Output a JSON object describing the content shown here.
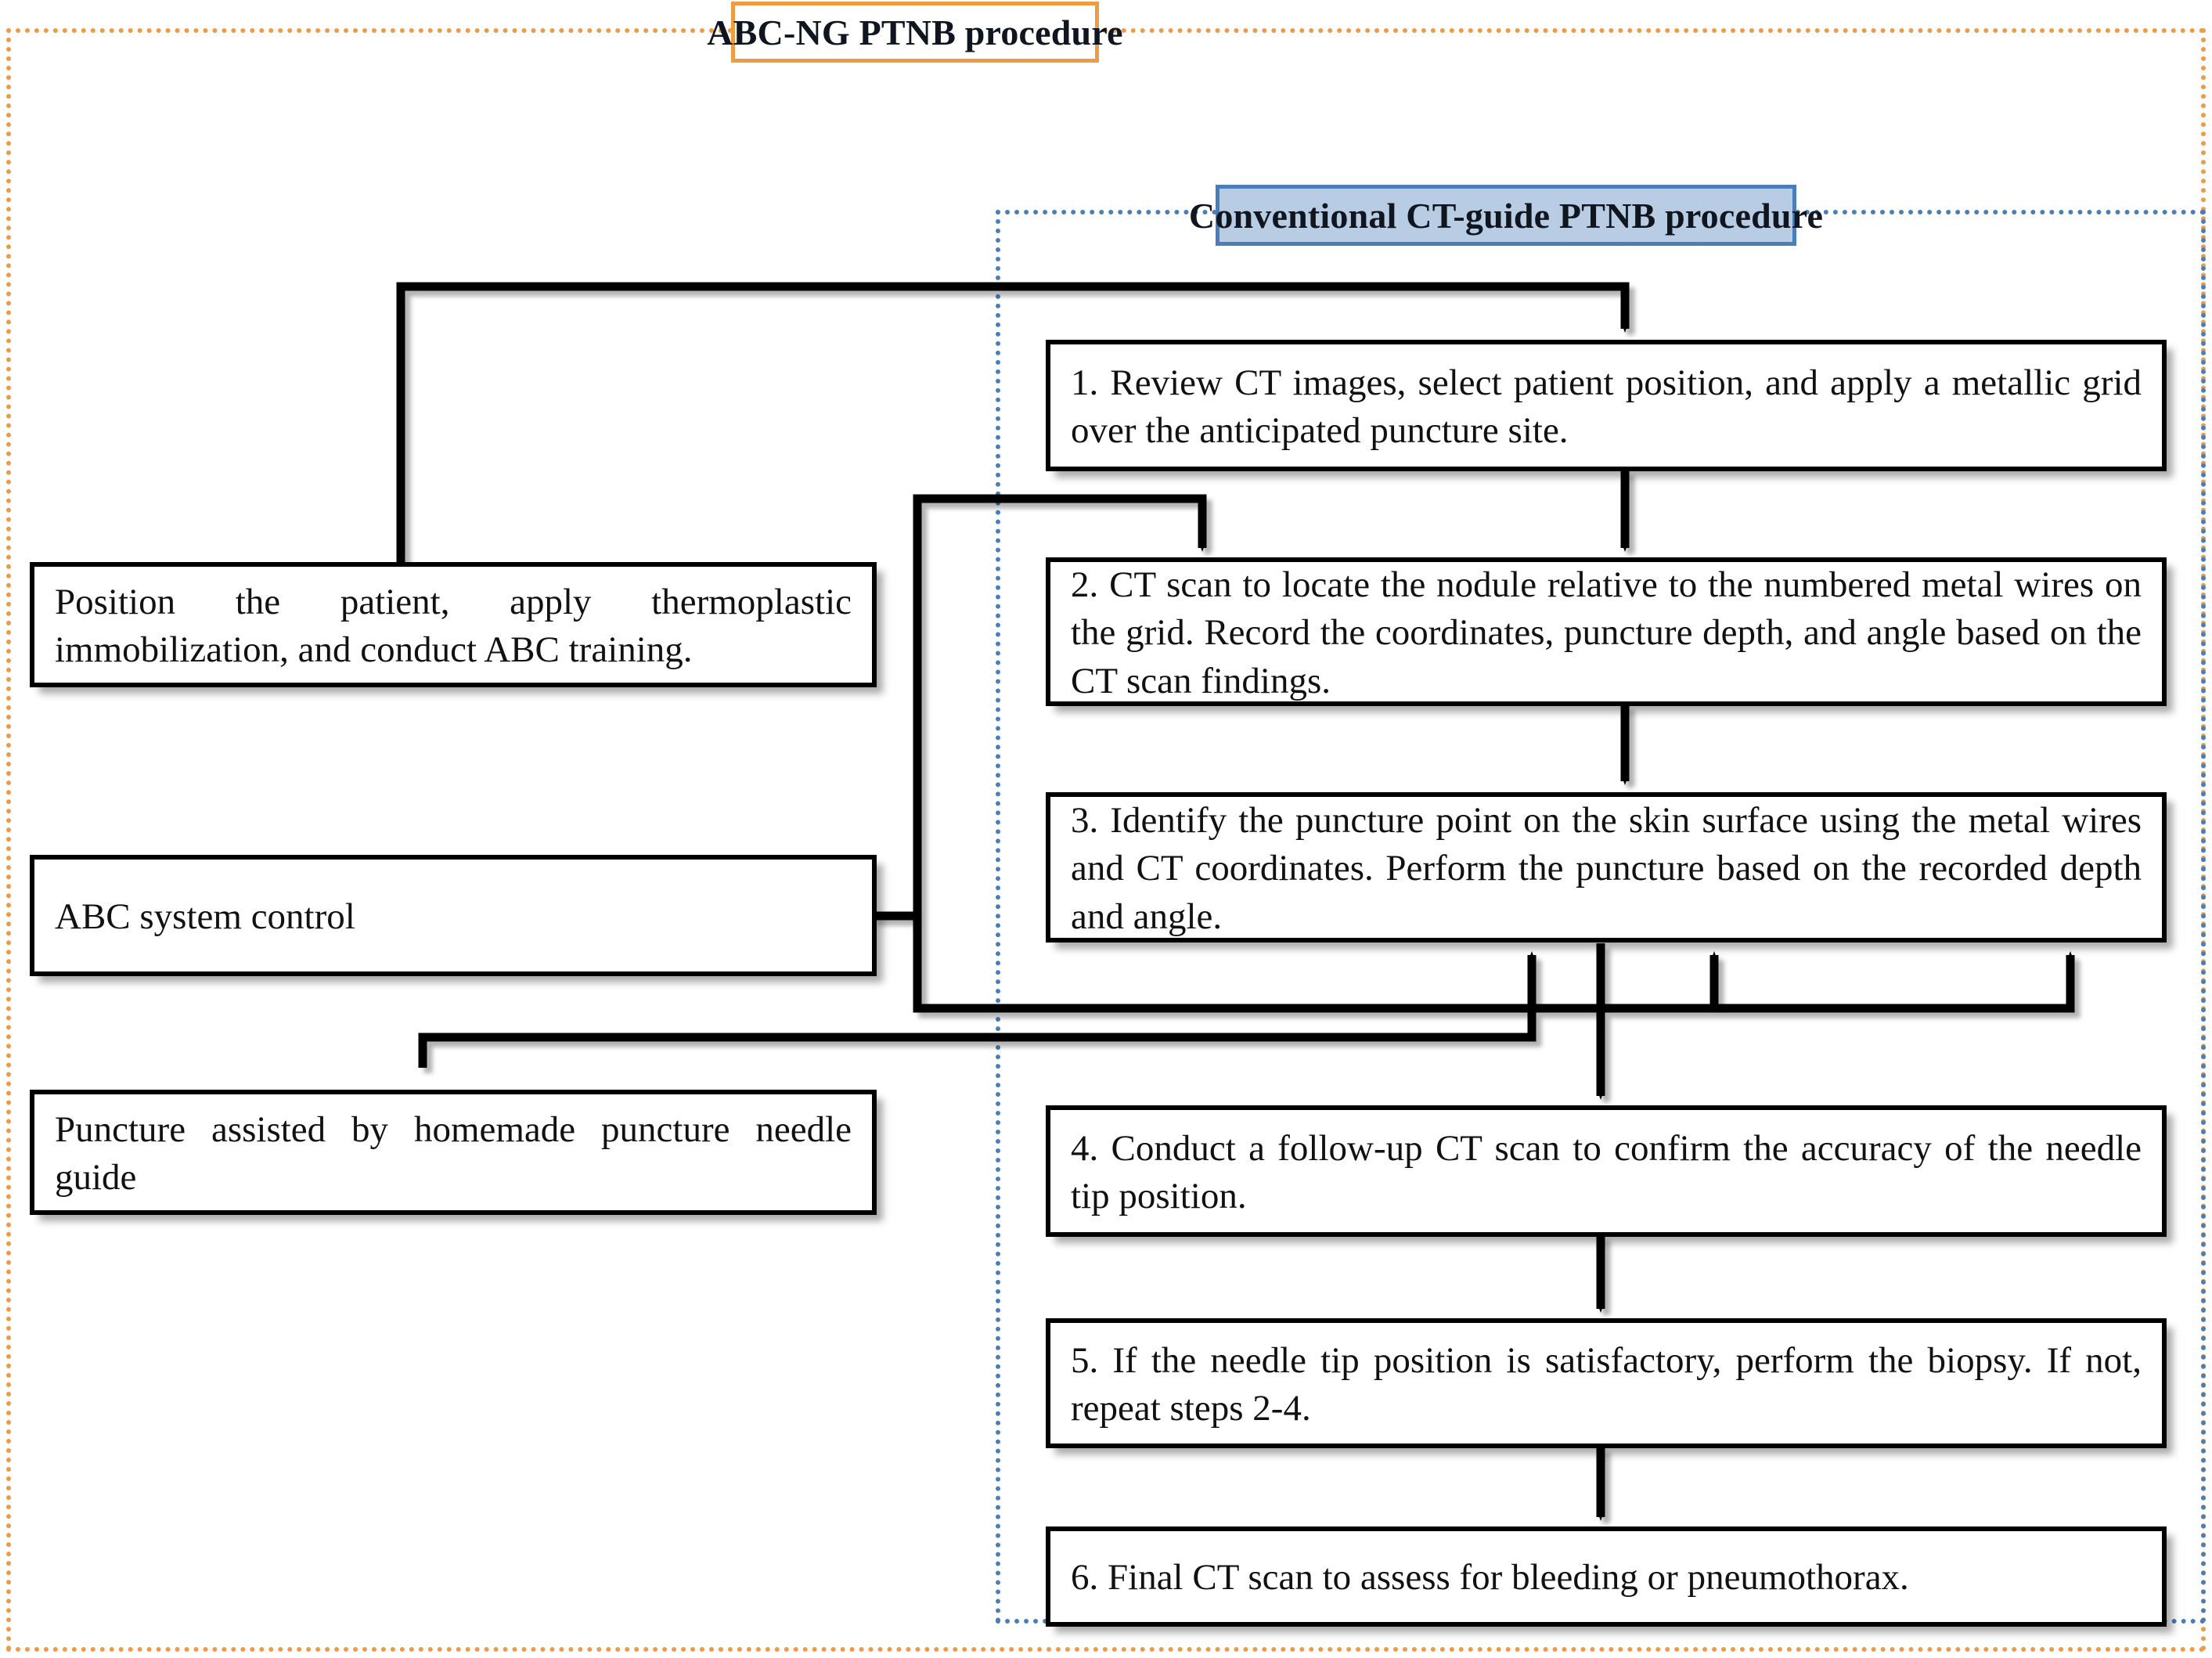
{
  "groups": {
    "outer": {
      "title": "ABC-NG PTNB procedure",
      "border_color": "#ed9c42",
      "style": "dotted"
    },
    "inner": {
      "title": "Conventional CT-guide PTNB procedure",
      "border_color": "#4a7ebb",
      "fill": "#b8cce4",
      "style": "dotted"
    }
  },
  "left_nodes": [
    {
      "id": "position-patient",
      "text": "Position the patient, apply thermoplastic immobilization, and conduct ABC training."
    },
    {
      "id": "abc-system-control",
      "text": "ABC system control"
    },
    {
      "id": "puncture-guide",
      "text": "Puncture assisted by homemade puncture needle guide"
    }
  ],
  "steps": [
    {
      "id": "step-1",
      "number": "1.",
      "text": "1. Review CT images, select patient position, and apply a metallic grid over the anticipated puncture site."
    },
    {
      "id": "step-2",
      "number": "2.",
      "text": "2. CT scan to locate the nodule relative to the numbered metal wires on the grid. Record the coordinates, puncture depth, and angle based on the CT scan findings."
    },
    {
      "id": "step-3",
      "number": "3.",
      "text": "3. Identify the puncture point on the skin surface using the metal wires and CT coordinates. Perform the puncture based on the recorded depth and angle."
    },
    {
      "id": "step-4",
      "number": "4.",
      "text": "4. Conduct a follow-up CT scan to confirm the accuracy of the needle tip position."
    },
    {
      "id": "step-5",
      "number": "5.",
      "text": "5. If the needle tip position is satisfactory, perform the biopsy. If not, repeat steps 2-4."
    },
    {
      "id": "step-6",
      "number": "6.",
      "text": "6. Final CT scan to assess for bleeding or pneumothorax."
    }
  ],
  "connector_color": "#000000"
}
